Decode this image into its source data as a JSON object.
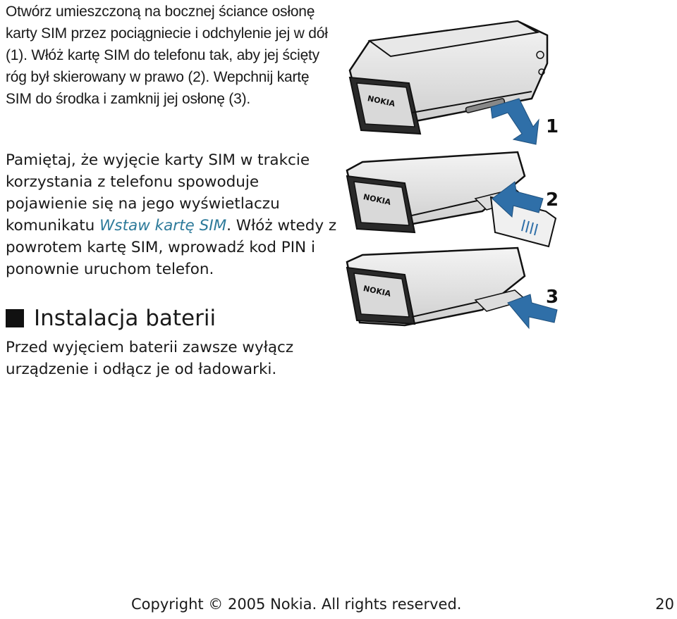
{
  "sim_install": {
    "paragraph1": "Otwórz umieszczoną na bocznej ściance osłonę karty SIM przez pociągniecie i odchylenie jej w dół (1). Włóż kartę SIM do telefonu tak, aby jej ścięty róg był skierowany w prawo (2). Wepchnij kartę SIM do środka i zamknij jej osłonę (3).",
    "paragraph2_before": "Pamiętaj, że wyjęcie karty SIM w trakcie korzystania z telefonu spowoduje pojawienie się na jego wyświetlaczu komunikatu ",
    "paragraph2_highlight": "Wstaw kartę SIM",
    "paragraph2_after": ". Włóż wtedy z powrotem kartę SIM, wprowadź kod PIN i ponownie uruchom telefon."
  },
  "battery_section": {
    "heading": "Instalacja baterii",
    "paragraph": "Przed wyjęciem baterii zawsze wyłącz urządzenie i odłącz je od ładowarki."
  },
  "illustration": {
    "step_labels": [
      "1",
      "2",
      "3"
    ],
    "brand_text": "NOKIA",
    "arrow_color": "#2f6fa8"
  },
  "footer": {
    "copyright": "Copyright © 2005 Nokia. All rights reserved.",
    "page_number": "20"
  }
}
